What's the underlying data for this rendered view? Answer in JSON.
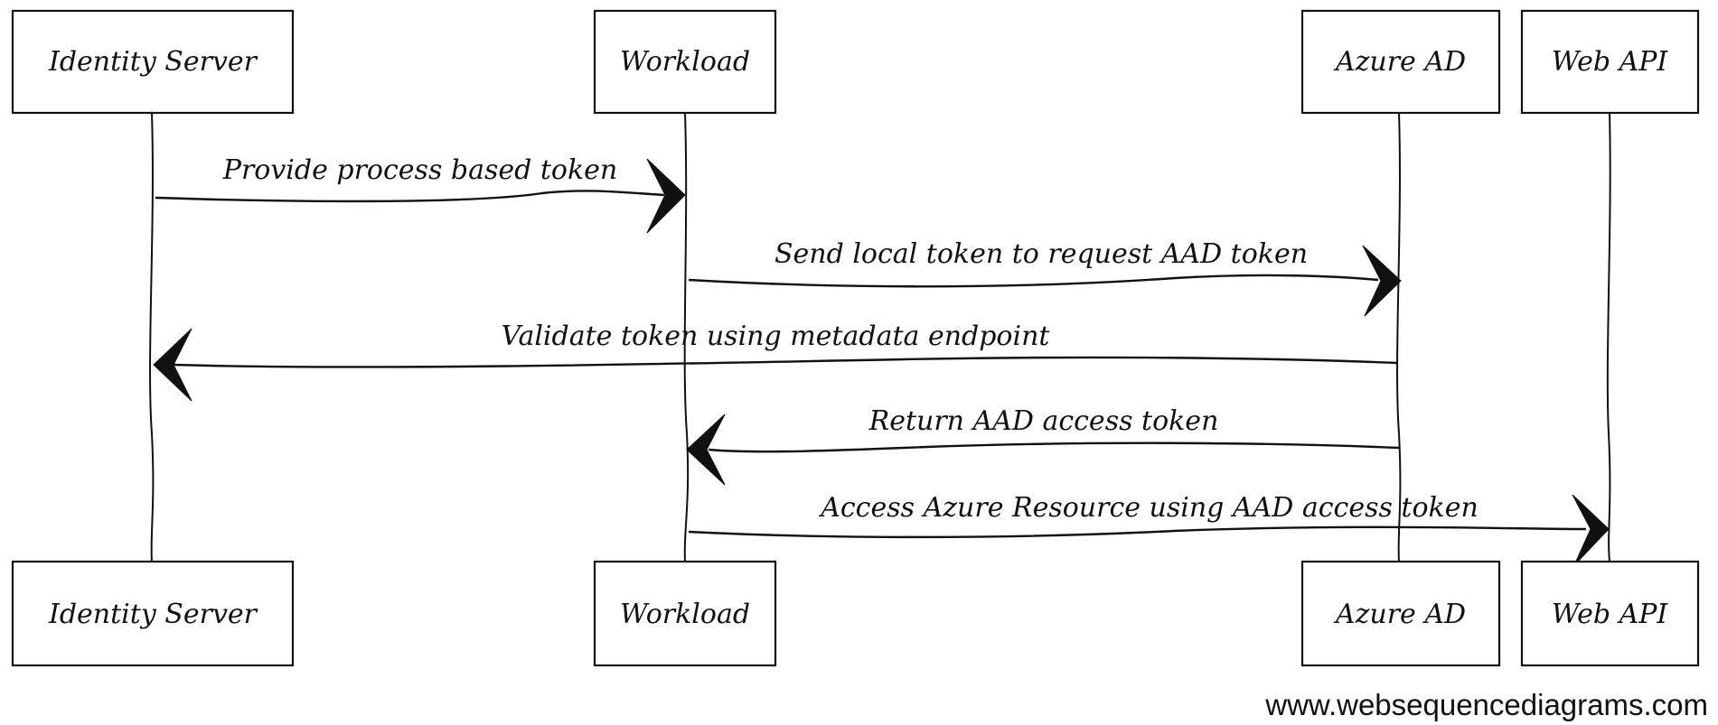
{
  "participants": [
    {
      "id": "identity-server",
      "label": "Identity Server"
    },
    {
      "id": "workload",
      "label": "Workload"
    },
    {
      "id": "azure-ad",
      "label": "Azure AD"
    },
    {
      "id": "web-api",
      "label": "Web API"
    }
  ],
  "messages": [
    {
      "label": "Provide process based token",
      "from": "identity-server",
      "to": "workload"
    },
    {
      "label": "Send local token to request AAD token",
      "from": "workload",
      "to": "azure-ad"
    },
    {
      "label": "Validate token using metadata endpoint",
      "from": "azure-ad",
      "to": "identity-server"
    },
    {
      "label": "Return AAD access token",
      "from": "azure-ad",
      "to": "workload"
    },
    {
      "label": "Access Azure Resource using AAD access token",
      "from": "workload",
      "to": "web-api"
    }
  ],
  "watermark": "www.websequencediagrams.com"
}
